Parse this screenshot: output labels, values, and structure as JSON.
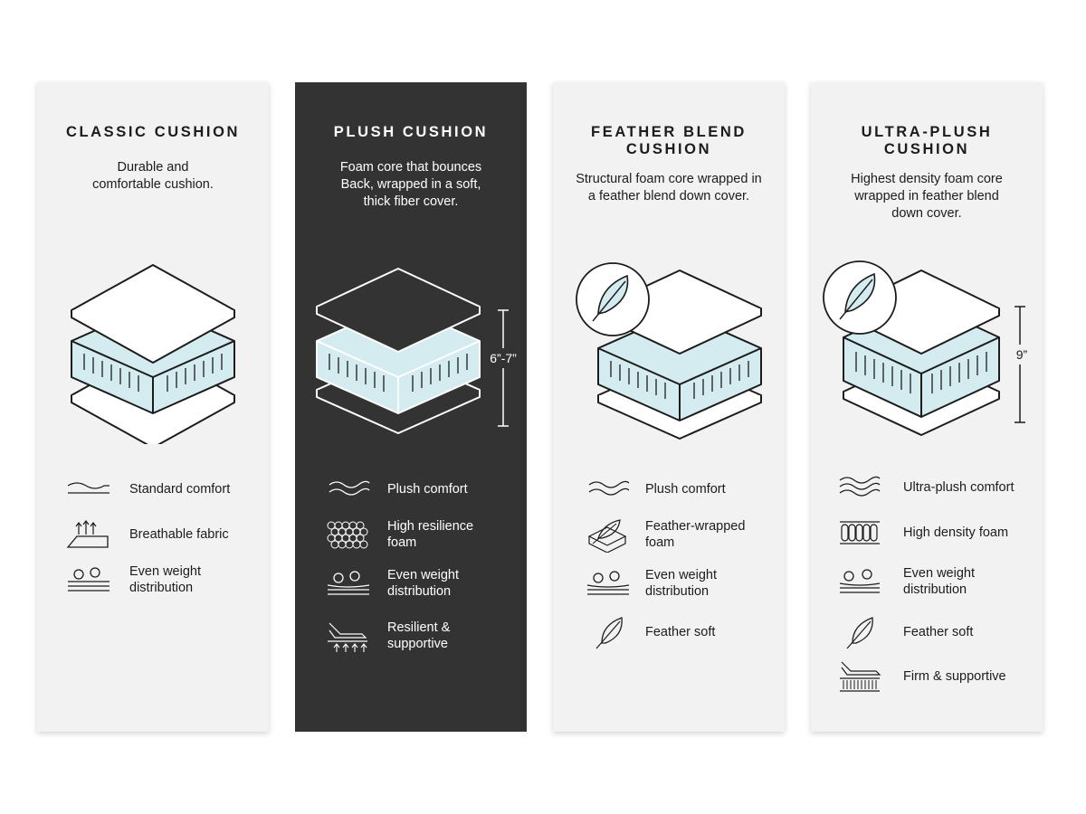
{
  "cards": [
    {
      "title": "CLASSIC CUSHION",
      "description": "Durable and\ncomfortable cushion.",
      "features": [
        {
          "icon": "wave-icon",
          "label": "Standard comfort"
        },
        {
          "icon": "breathable-fabric-icon",
          "label": "Breathable fabric"
        },
        {
          "icon": "weight-distribution-icon",
          "label": "Even weight\ndistribution"
        }
      ]
    },
    {
      "title": "PLUSH CUSHION",
      "description": "Foam core that bounces\nBack, wrapped in a soft,\nthick fiber cover.",
      "dimension": "6”-7”",
      "features": [
        {
          "icon": "double-wave-icon",
          "label": "Plush comfort"
        },
        {
          "icon": "honeycomb-foam-icon",
          "label": "High resilience\nfoam"
        },
        {
          "icon": "weight-distribution-icon",
          "label": "Even weight\ndistribution"
        },
        {
          "icon": "resilient-support-icon",
          "label": "Resilient &\nsupportive"
        }
      ]
    },
    {
      "title": "FEATHER BLEND\nCUSHION",
      "description": "Structural foam core wrapped in\na feather blend down cover.",
      "features": [
        {
          "icon": "double-wave-icon",
          "label": "Plush comfort"
        },
        {
          "icon": "feather-wrapped-foam-icon",
          "label": "Feather-wrapped\nfoam"
        },
        {
          "icon": "weight-distribution-icon",
          "label": "Even weight\ndistribution"
        },
        {
          "icon": "feather-icon",
          "label": "Feather soft"
        }
      ]
    },
    {
      "title": "ULTRA-PLUSH\nCUSHION",
      "description": "Highest density foam core\nwrapped in feather blend\ndown cover.",
      "dimension": "9”",
      "features": [
        {
          "icon": "triple-wave-icon",
          "label": "Ultra-plush comfort"
        },
        {
          "icon": "high-density-foam-icon",
          "label": "High density foam"
        },
        {
          "icon": "weight-distribution-icon",
          "label": "Even weight\ndistribution"
        },
        {
          "icon": "feather-icon",
          "label": "Feather soft"
        },
        {
          "icon": "firm-support-icon",
          "label": "Firm & supportive"
        }
      ]
    }
  ],
  "colors": {
    "card_light": "#f2f2f2",
    "card_dark": "#343333",
    "foam_blue": "#d4ebf0",
    "line": "#1c1c1c"
  }
}
